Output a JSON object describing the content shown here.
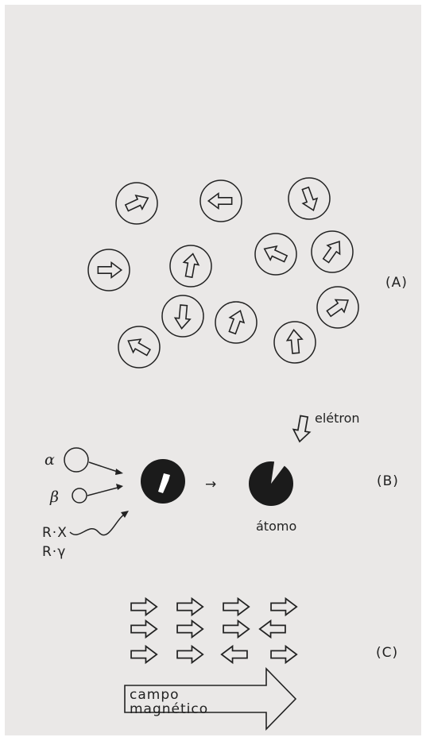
{
  "colors": {
    "background": "#eae8e7",
    "ink": "#222222"
  },
  "panels": {
    "A": {
      "label": "(A)"
    },
    "B": {
      "label": "(B)",
      "alpha": "α",
      "beta": "β",
      "xray": "R·X",
      "gamma": "R·γ",
      "arrow": "→",
      "electron": "elétron",
      "atom": "átomo"
    },
    "C": {
      "label": "(C)",
      "field_line1": "campo",
      "field_line2": "magnético"
    }
  }
}
